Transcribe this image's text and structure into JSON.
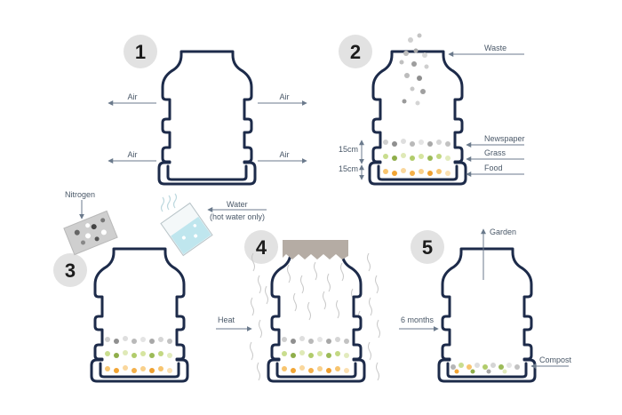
{
  "colors": {
    "jar_stroke": "#1d2b4a",
    "badge_fill": "#e2e2e2",
    "label_text": "#4a5868",
    "arrow": "#6b7a8c",
    "newspaper": "#c8c8c8",
    "grass": "#b7cf7a",
    "food": "#f4b04a",
    "water": "#bfe6ee",
    "lid": "#b5aca4",
    "heat_lines": "#c7c7c7"
  },
  "steps": [
    {
      "number": "1",
      "labels": {
        "air_tl": "Air",
        "air_tr": "Air",
        "air_bl": "Air",
        "air_br": "Air"
      }
    },
    {
      "number": "2",
      "labels": {
        "waste": "Waste",
        "newspaper": "Newspaper",
        "grass": "Grass",
        "food": "Food",
        "dim_top": "15cm",
        "dim_bottom": "15cm"
      }
    },
    {
      "number": "3",
      "labels": {
        "nitrogen": "Nitrogen",
        "water": "Water",
        "water_note": "(hot water only)"
      }
    },
    {
      "number": "4",
      "labels": {
        "heat": "Heat"
      }
    },
    {
      "number": "5",
      "labels": {
        "garden": "Garden",
        "six_months": "6 months",
        "compost": "Compost"
      }
    }
  ]
}
